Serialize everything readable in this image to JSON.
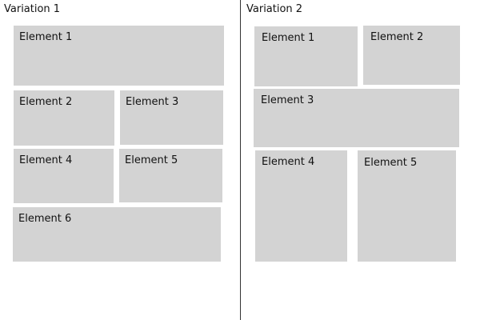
{
  "variation1": {
    "title": "Variation 1",
    "elements": [
      "Element 1",
      "Element 2",
      "Element 3",
      "Element 4",
      "Element 5",
      "Element 6"
    ]
  },
  "variation2": {
    "title": "Variation 2",
    "elements": [
      "Element 1",
      "Element 2",
      "Element 3",
      "Element 4",
      "Element 5"
    ]
  }
}
